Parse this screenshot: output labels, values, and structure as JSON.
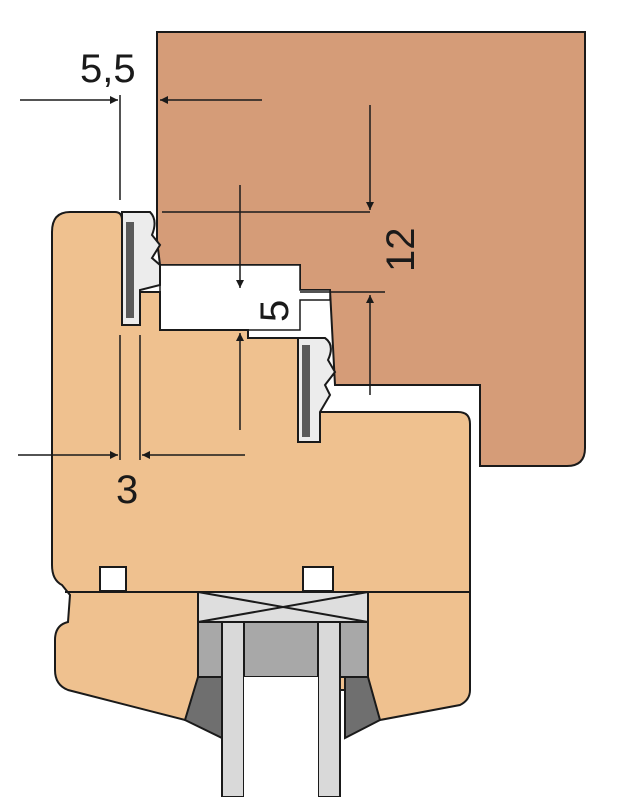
{
  "dimensions": {
    "d1": "5,5",
    "d2": "12",
    "d3": "5",
    "d4": "3"
  },
  "colors": {
    "sash_wood": "#d59c78",
    "frame_wood": "#efc18f",
    "gasket": "#e8e8e8",
    "glass_dark": "#777777",
    "glass_light": "#c4c4c4",
    "outline": "#1a1a1a"
  }
}
